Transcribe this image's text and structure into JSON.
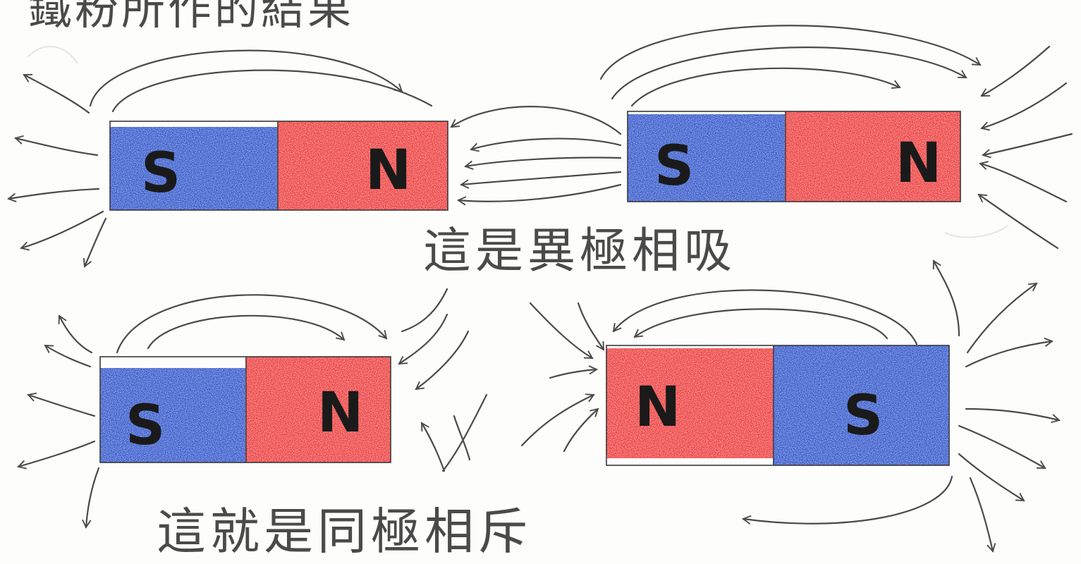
{
  "captions": {
    "top_partial": "鐵粉所作的結果",
    "attract": "這是異極相吸",
    "repel": "這就是同極相斥"
  },
  "magnets": [
    {
      "id": "top-left",
      "left_pole": "S",
      "right_pole": "N",
      "left_color": "#2a5bd0",
      "right_color": "#ef3b3b"
    },
    {
      "id": "top-right",
      "left_pole": "S",
      "right_pole": "N",
      "left_color": "#2a5bd0",
      "right_color": "#ef3b3b"
    },
    {
      "id": "bottom-left",
      "left_pole": "S",
      "right_pole": "N",
      "left_color": "#2a5bd0",
      "right_color": "#ef3b3b"
    },
    {
      "id": "bottom-right",
      "left_pole": "N",
      "right_pole": "S",
      "left_color": "#ef3b3b",
      "right_color": "#2a5bd0"
    }
  ],
  "colors": {
    "north": "#ef3b3b",
    "south": "#2a5bd0",
    "pencil": "#4a4a4a",
    "paper": "#fdfdfb"
  }
}
